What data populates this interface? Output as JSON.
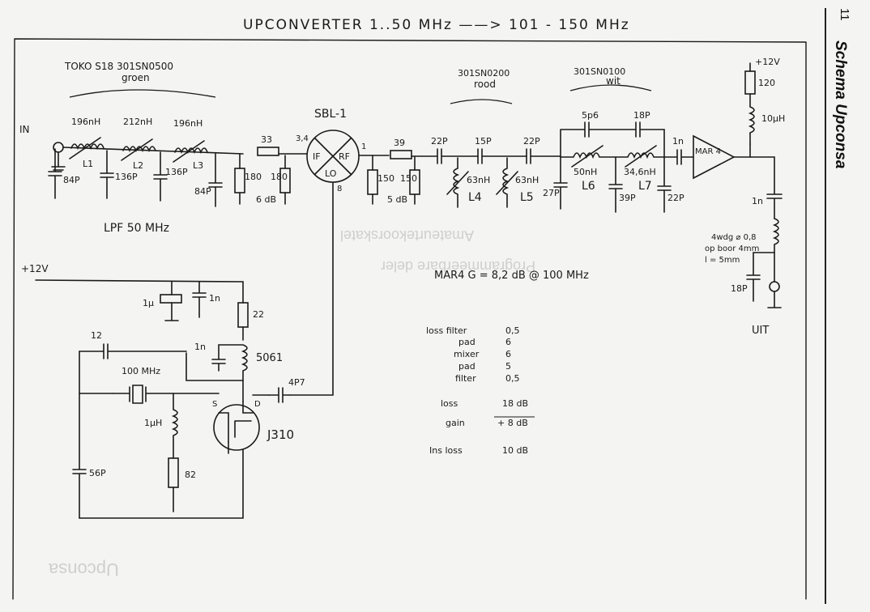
{
  "title": "UPCONVERTER   1..50 MHz ——> 101 - 150 MHz",
  "sidebar": {
    "page_number": "11",
    "section_title": "Schema Upconsa"
  },
  "labels": {
    "in": "IN",
    "out": "UIT",
    "toko": "TOKO S18   301SN0500",
    "groen": "groen",
    "rood_part": "301SN0200",
    "rood": "rood",
    "wit_part": "301SN0100",
    "wit": "wit",
    "mixer": "SBL-1",
    "lpf": "LPF 50 MHz",
    "plus12_left": "+12V",
    "plus12_right": "+12V",
    "mar": "MAR 4",
    "mar_gain": "MAR4   G = 8,2 dB @ 100 MHz",
    "j310": "J310",
    "crystal": "100 MHz",
    "coil5061": "5061",
    "coil_out": "4wdg ⌀ 0,8",
    "coil_out2": "op boor 4mm",
    "coil_out3": "l = 5mm",
    "if_port": "IF",
    "rf_port": "RF",
    "lo_port": "LO",
    "pin34": "3,4",
    "pin1": "1",
    "pin8": "8",
    "s": "S",
    "d": "D"
  },
  "components": {
    "L1": "L1",
    "L1v": "196nH",
    "L2": "L2",
    "L2v": "212nH",
    "L3": "L3",
    "L3v": "196nH",
    "C84a": "84P",
    "C136a": "136P",
    "C136b": "136P",
    "C84b": "84P",
    "R33": "33",
    "R180a": "180",
    "R180b": "180",
    "pad1": "6 dB",
    "R39": "39",
    "R150a": "150",
    "R150b": "150",
    "pad2": "5 dB",
    "C22a": "22P",
    "C15": "15P",
    "C22b": "22P",
    "L4": "L4",
    "L4v": "63nH",
    "L5": "L5",
    "L5v": "63nH",
    "C5p6": "5p6",
    "C18a": "18P",
    "L6": "L6",
    "L6v": "50nH",
    "L7": "L7",
    "L7v": "34,6nH",
    "C27": "27P",
    "C39": "39P",
    "C22c": "22P",
    "L1n": "1n",
    "R120": "120",
    "L10u": "10µH",
    "C1n_out": "1n",
    "C18out": "18P",
    "C1u": "1µ",
    "C1n_b": "1n",
    "R22": "22",
    "C1n_c": "1n",
    "C12": "12",
    "C4p7": "4P7",
    "L1uH": "1µH",
    "C56": "56P",
    "R82": "82"
  },
  "budget": {
    "rows": [
      {
        "item": "loss  filter",
        "value": "0,5"
      },
      {
        "item": "pad",
        "value": "6"
      },
      {
        "item": "mixer",
        "value": "6"
      },
      {
        "item": "pad",
        "value": "5"
      },
      {
        "item": "filter",
        "value": "0,5"
      }
    ],
    "loss_label": "loss",
    "loss_value": "18 dB",
    "gain_label": "gain",
    "gain_value": "+ 8 dB",
    "ins_label": "Ins loss",
    "ins_value": "10 dB"
  }
}
